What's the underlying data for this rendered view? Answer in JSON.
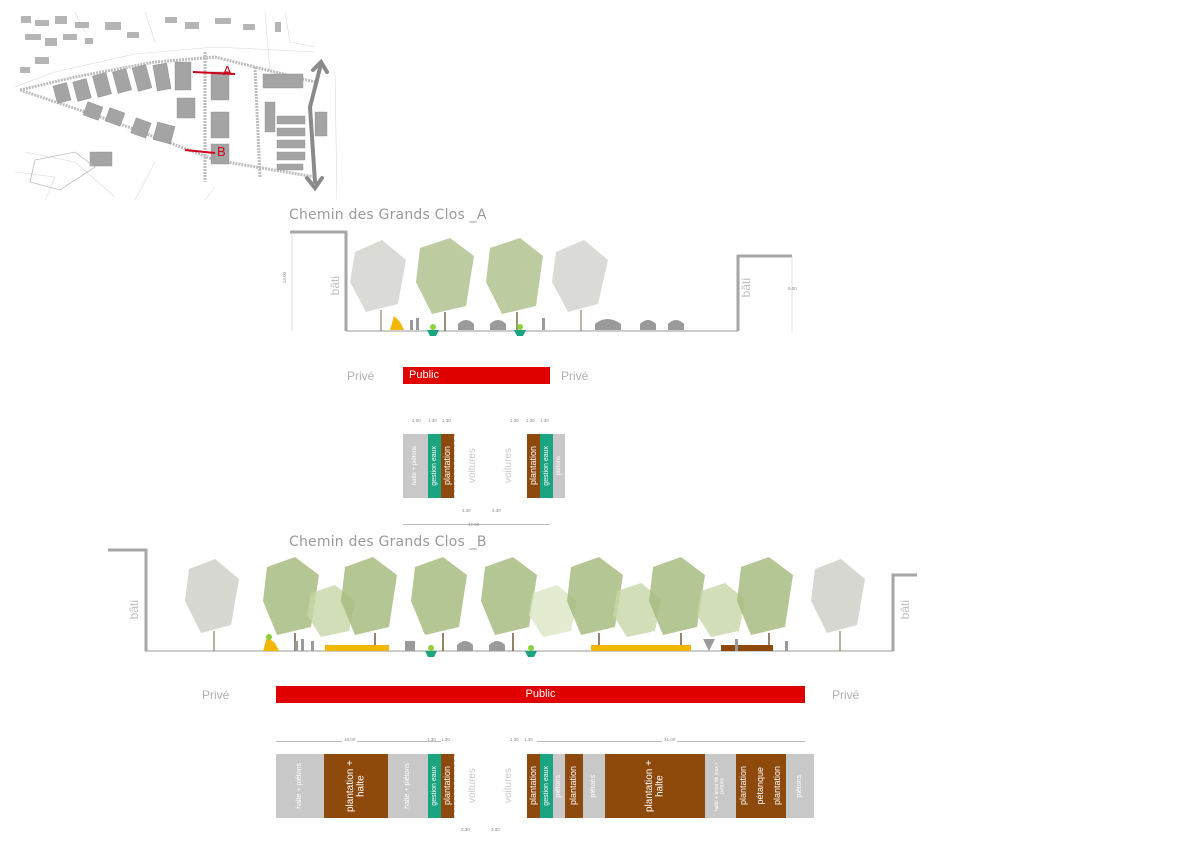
{
  "map": {
    "marker_a": "A",
    "marker_b": "B",
    "colors": {
      "road": "#c8c8c8",
      "block": "#9d9d9d",
      "marker": "#d0021b",
      "arrow": "#8a8a8a"
    }
  },
  "section_a": {
    "title": "Chemin des Grands Clos _A",
    "left_building_label": "bâti",
    "right_building_label": "bâti",
    "left_height": "13.00",
    "right_height": "9.00",
    "prive_left": "Privé",
    "prive_right": "Privé",
    "public": "Public",
    "strips": [
      {
        "label": "halte + piétons",
        "dim": "2.00",
        "color": "#c8c8c8",
        "text_color": "#ffffff",
        "size": 6
      },
      {
        "label": "gestion eaux",
        "dim": "1.30",
        "color": "#1aa580",
        "text_color": "#ffffff",
        "size": 7
      },
      {
        "label": "plantation",
        "dim": "1.30",
        "color": "#8e4a0c",
        "text_color": "#ffffff",
        "size": 9
      },
      {
        "label": "voitures",
        "dim": "3.30",
        "color": "#ffffff",
        "text_color": "#c8c8c8",
        "size": 10
      },
      {
        "label": "voitures",
        "dim": "3.30",
        "color": "#ffffff",
        "text_color": "#c8c8c8",
        "size": 10
      },
      {
        "label": "plantation",
        "dim": "1.30",
        "color": "#8e4a0c",
        "text_color": "#ffffff",
        "size": 9
      },
      {
        "label": "gestion eaux",
        "dim": "1.30",
        "color": "#1aa580",
        "text_color": "#ffffff",
        "size": 7
      },
      {
        "label": "piétons",
        "dim": "1.30",
        "color": "#c8c8c8",
        "text_color": "#ffffff",
        "size": 6
      }
    ],
    "total": "17.50"
  },
  "section_b": {
    "title": "Chemin des Grands Clos _B",
    "left_building_label": "bâti",
    "right_building_label": "bâti",
    "prive_left": "Privé",
    "prive_right": "Privé",
    "public": "Public",
    "left_total": "18.00",
    "right_total": "31.00",
    "strips": [
      {
        "label": "halte + piétons",
        "color": "#c8c8c8",
        "text_color": "#ffffff",
        "size": 7,
        "dim": ""
      },
      {
        "label": "plantation + halte",
        "color": "#8e4a0c",
        "text_color": "#ffffff",
        "size": 10,
        "dim": ""
      },
      {
        "label": "halte + piétons",
        "color": "#c8c8c8",
        "text_color": "#ffffff",
        "size": 7,
        "dim": ""
      },
      {
        "label": "gestion eaux",
        "color": "#1aa580",
        "text_color": "#ffffff",
        "size": 7,
        "dim": "1.30"
      },
      {
        "label": "plantation",
        "color": "#8e4a0c",
        "text_color": "#ffffff",
        "size": 9,
        "dim": "1.30"
      },
      {
        "label": "voitures",
        "color": "#ffffff",
        "text_color": "#c8c8c8",
        "size": 10,
        "dim": "3.30"
      },
      {
        "label": "voitures",
        "color": "#ffffff",
        "text_color": "#c8c8c8",
        "size": 10,
        "dim": "3.30"
      },
      {
        "label": "plantation",
        "color": "#8e4a0c",
        "text_color": "#ffffff",
        "size": 9,
        "dim": "1.30"
      },
      {
        "label": "gestion eaux",
        "color": "#1aa580",
        "text_color": "#ffffff",
        "size": 7,
        "dim": "1.30"
      },
      {
        "label": "piétons",
        "color": "#c8c8c8",
        "text_color": "#ffffff",
        "size": 7,
        "dim": ""
      },
      {
        "label": "plantation",
        "color": "#8e4a0c",
        "text_color": "#ffffff",
        "size": 9,
        "dim": ""
      },
      {
        "label": "piétons",
        "color": "#c8c8c8",
        "text_color": "#ffffff",
        "size": 7,
        "dim": ""
      },
      {
        "label": "plantation + halte",
        "color": "#8e4a0c",
        "text_color": "#ffffff",
        "size": 10,
        "dim": ""
      },
      {
        "label": "halte + aires de jeux + piétons",
        "color": "#c8c8c8",
        "text_color": "#ffffff",
        "size": 5,
        "dim": ""
      },
      {
        "label": "plantation",
        "color": "#8e4a0c",
        "text_color": "#ffffff",
        "size": 9,
        "dim": ""
      },
      {
        "label": "pétanque",
        "color": "#8e4a0c",
        "text_color": "#ffffff",
        "size": 9,
        "dim": ""
      },
      {
        "label": "plantation",
        "color": "#8e4a0c",
        "text_color": "#ffffff",
        "size": 9,
        "dim": ""
      },
      {
        "label": "piétons",
        "color": "#c8c8c8",
        "text_color": "#ffffff",
        "size": 7,
        "dim": ""
      }
    ]
  }
}
